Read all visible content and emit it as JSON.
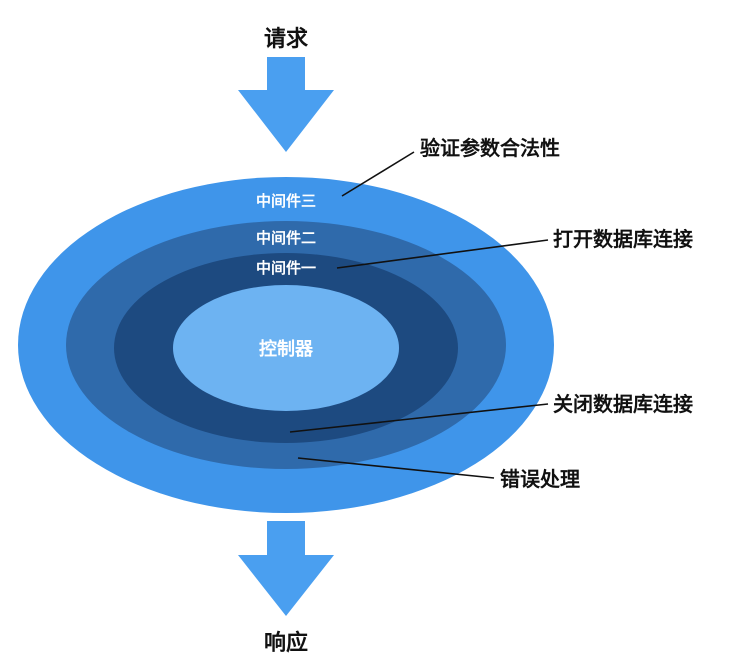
{
  "flow": {
    "request_label": "请求",
    "response_label": "响应"
  },
  "layers": {
    "outer": "中间件三",
    "middle": "中间件二",
    "inner": "中间件一",
    "core": "控制器"
  },
  "annotations": {
    "validate_params": "验证参数合法性",
    "open_db": "打开数据库连接",
    "close_db": "关闭数据库连接",
    "error_handling": "错误处理"
  },
  "colors": {
    "arrow": "#4a9ff0",
    "outer_layer": "#3f95ea",
    "middle_layer": "#2f6aab",
    "inner_layer": "#1d4a80",
    "core": "#6db3f2",
    "leader_line": "#111111"
  }
}
